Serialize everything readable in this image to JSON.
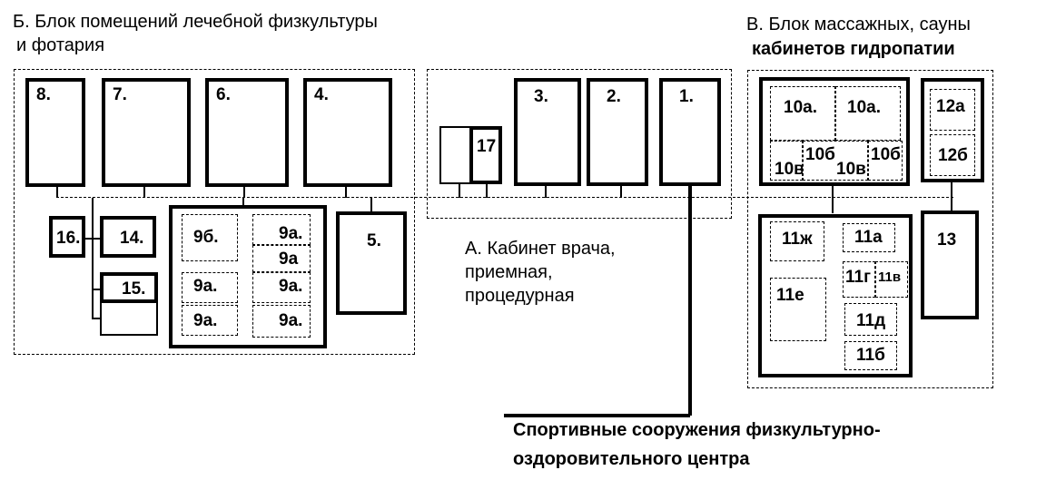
{
  "blocks": {
    "b_title_1": "Б. Блок помещений лечебной физкультуры",
    "b_title_2": "и фотария",
    "v_title_1": "В.  Блок массажных, сауны",
    "v_title_2": "кабинетов гидропатии",
    "a_title_1": "А. Кабинет врача,",
    "a_title_2": "приемная,",
    "a_title_3": "процедурная"
  },
  "footer": {
    "line_1": "Спортивные сооружения физкультурно-",
    "line_2": "оздоровительного центра"
  },
  "rooms": {
    "r8": "8.",
    "r7": "7.",
    "r6": "6.",
    "r4": "4.",
    "r5": "5.",
    "r16": "16.",
    "r14": "14.",
    "r15": "15.",
    "r9b": "9б.",
    "r9a_1": "9а.",
    "r9a_2": "9а",
    "r9a_3": "9а.",
    "r9a_4": "9а.",
    "r9a_5": "9а.",
    "r9a_6": "9а.",
    "r17": "17",
    "r3": "3.",
    "r2": "2.",
    "r1": "1.",
    "r10a_1": "10а.",
    "r10a_2": "10а.",
    "r10b": "10б",
    "r10b_2": "10б",
    "r10v_1": "10в",
    "r10v_2": "10в",
    "r12a": "12а",
    "r12b": "12б",
    "r13": "13",
    "r11zh": "11ж",
    "r11a": "11а",
    "r11g": "11г",
    "r11v": "11в",
    "r11e": "11е",
    "r11d": "11д",
    "r11b": "11б"
  }
}
